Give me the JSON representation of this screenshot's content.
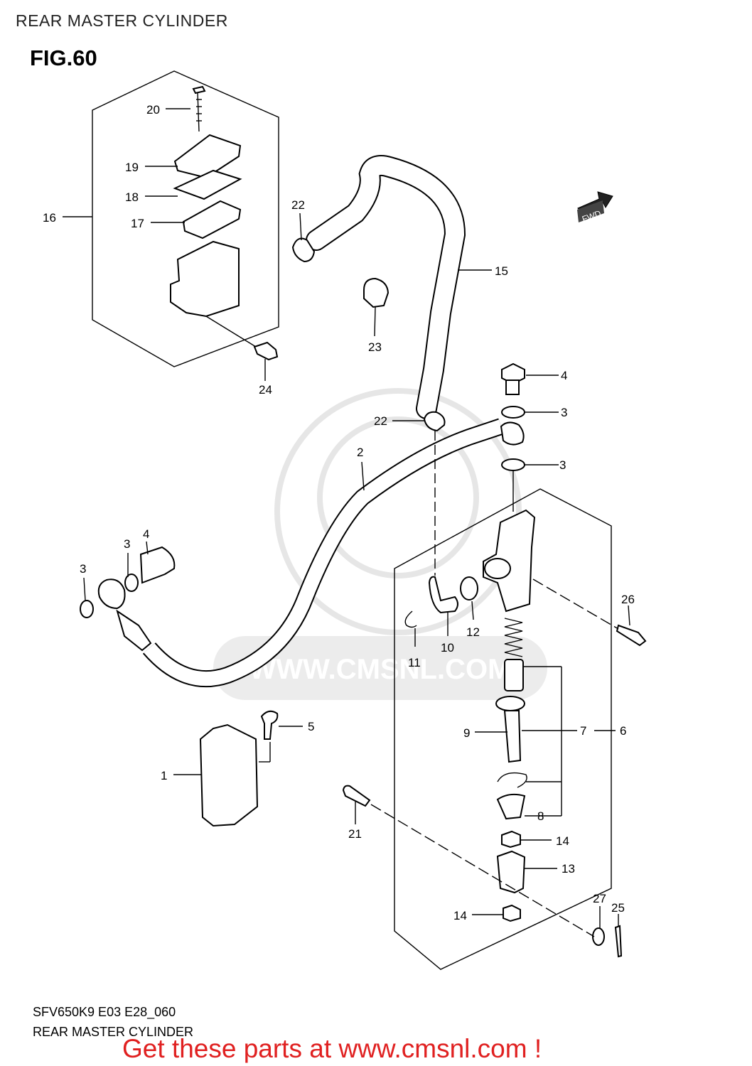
{
  "page_title": "REAR MASTER CYLINDER",
  "figure_label": "FIG.60",
  "direction_badge": "FWD",
  "watermark": "WWW.CMSNL.COM",
  "callouts": {
    "c20": "20",
    "c19": "19",
    "c18": "18",
    "c17": "17",
    "c16": "16",
    "c22a": "22",
    "c15": "15",
    "c23": "23",
    "c24": "24",
    "c4a": "4",
    "c3a": "3",
    "c22b": "22",
    "c2": "2",
    "c3b": "3",
    "c4b": "4",
    "c3c": "3",
    "c3d": "3",
    "c26": "26",
    "c12": "12",
    "c10": "10",
    "c11": "11",
    "c5": "5",
    "c9": "9",
    "c7": "7",
    "c6": "6",
    "c1": "1",
    "c8": "8",
    "c21": "21",
    "c14a": "14",
    "c13": "13",
    "c27": "27",
    "c25": "25",
    "c14b": "14"
  },
  "footer": {
    "diagram_code": "SFV650K9 E03 E28_060",
    "diagram_title": "REAR MASTER CYLINDER",
    "call_to_action": "Get these parts at www.cmsnl.com !"
  }
}
